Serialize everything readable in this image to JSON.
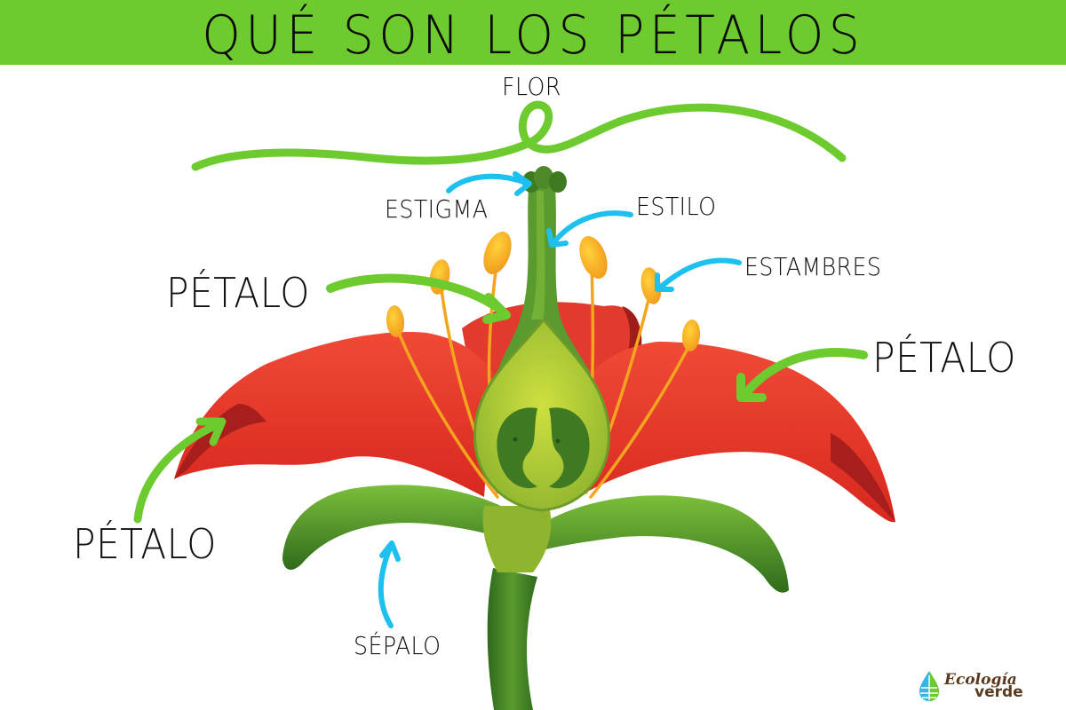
{
  "header": {
    "title": "QUÉ SON LOS PÉTALOS",
    "background_color": "#6ecb2f",
    "text_color": "#0a0a0a"
  },
  "diagram": {
    "subject": "flower cross-section",
    "heading_label": "FLOR",
    "labels": [
      {
        "id": "estigma",
        "text": "ESTIGMA",
        "arrow_color": "#1ec0f0",
        "points_to": "stigma"
      },
      {
        "id": "estilo",
        "text": "ESTILO",
        "arrow_color": "#1ec0f0",
        "points_to": "style"
      },
      {
        "id": "estambres",
        "text": "ESTAMBRES",
        "arrow_color": "#1ec0f0",
        "points_to": "stamens"
      },
      {
        "id": "petalo_top_left",
        "text": "PÉTALO",
        "arrow_color": "#6ecb2f",
        "points_to": "back petal"
      },
      {
        "id": "petalo_right",
        "text": "PÉTALO",
        "arrow_color": "#6ecb2f",
        "points_to": "right petal"
      },
      {
        "id": "petalo_bottom_left",
        "text": "PÉTALO",
        "arrow_color": "#6ecb2f",
        "points_to": "left petal"
      },
      {
        "id": "sepalo",
        "text": "SÉPALO",
        "arrow_color": "#1ec0f0",
        "points_to": "sepal"
      }
    ],
    "colors": {
      "petal": "#e8362a",
      "petal_dark": "#a81e1c",
      "sepal": "#4f9a2c",
      "sepal_dark": "#2f6b1c",
      "ovary": "#b4cf3a",
      "ovary_dark": "#3f7a22",
      "stamen": "#f7b528",
      "stem": "#3d7a24"
    }
  },
  "logo": {
    "word1": "Ecología",
    "word2": "verde",
    "text_color": "#5a3a1e",
    "drop_colors": [
      "#2fb8e8",
      "#6ecb2f"
    ]
  }
}
